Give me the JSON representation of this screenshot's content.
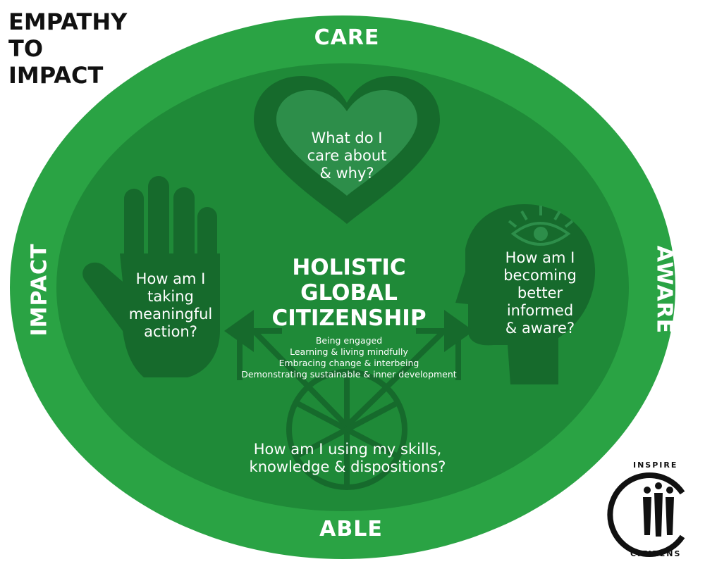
{
  "header": {
    "title_lines": [
      "EMPATHY",
      "TO",
      "IMPACT"
    ]
  },
  "ring_labels": {
    "top": "CARE",
    "bottom": "ABLE",
    "left": "IMPACT",
    "right": "AWARE"
  },
  "questions": {
    "heart": [
      "What do I",
      "care about",
      "& why?"
    ],
    "hand": [
      "How am I",
      "taking",
      "meaningful",
      "action?"
    ],
    "head": [
      "How am I",
      "becoming",
      "better",
      "informed",
      "& aware?"
    ],
    "bottom": [
      "How am I using my skills,",
      "knowledge & dispositions?"
    ]
  },
  "center": {
    "title_lines": [
      "HOLISTIC",
      "GLOBAL",
      "CITIZENSHIP"
    ],
    "items": [
      "Being engaged",
      "Learning & living mindfully",
      "Embracing change & interbeing",
      "Demonstrating sustainable & inner development"
    ]
  },
  "logo": {
    "top_text": "INSPIRE",
    "bottom_text": "CITIZENS"
  },
  "colors": {
    "outer_ring": "#2aa344",
    "inner_disc": "#1f8a38",
    "shapes": "#166a2c",
    "heart_inner": "#2d8e4a",
    "white": "#ffffff"
  }
}
